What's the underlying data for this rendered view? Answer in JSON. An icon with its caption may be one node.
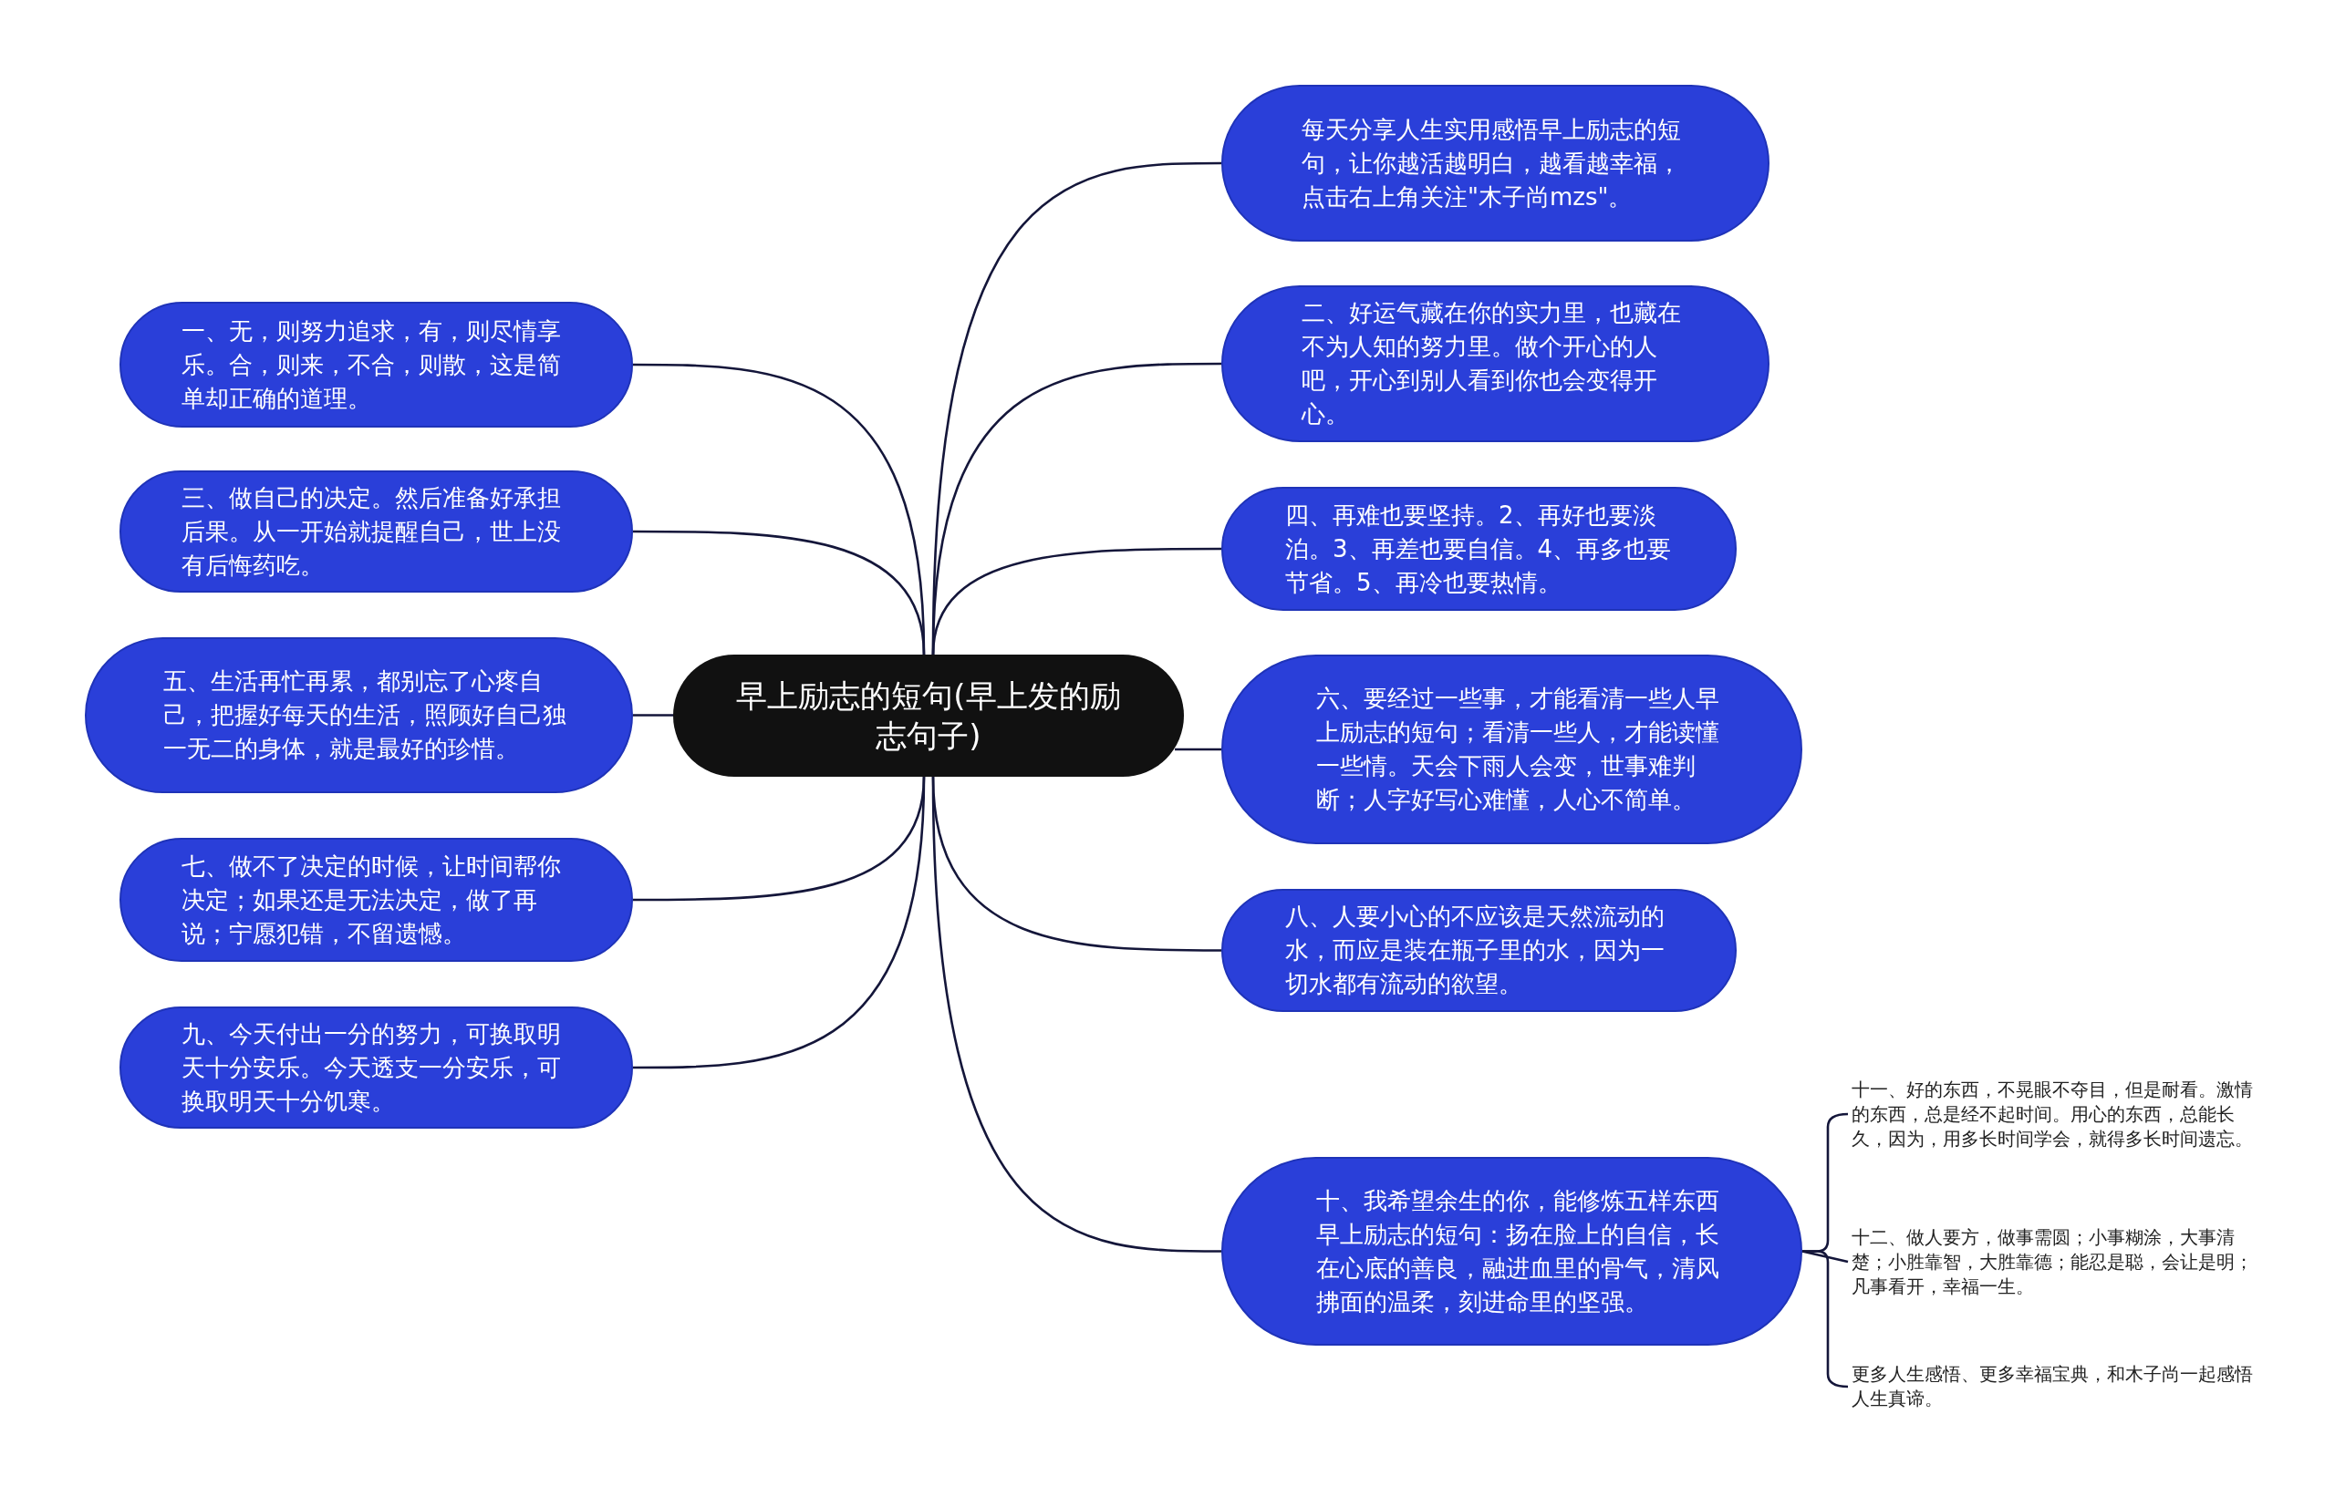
{
  "diagram": {
    "nodes": [
      {
        "text": [
          "早上励志的短句(早上发的励志句子)"
        ]
      },
      {
        "text": [
          "每天分享人生实用感悟早上励志的短句，让你越活越明白，越看越幸福，点击右上角关注\"木子尚mzs\"。"
        ]
      },
      {
        "text": [
          "一、无，则努力追求，有，则尽情享乐。合，则来，不合，则散，这是简单却正确的道理。"
        ]
      },
      {
        "text": [
          "二、好运气藏在你的实力里，也藏在不为人知的努力里。做个开心的人吧，开心到别人看到你也会变得开心。"
        ]
      },
      {
        "text": [
          "三、做自己的决定。然后准备好承担后果。从一开始就提醒自己，世上没有后悔药吃。"
        ]
      },
      {
        "text": [
          "四、再难也要坚持。2、再好也要淡泊。3、再差也要自信。4、再多也要节省。5、再冷也要热情。"
        ]
      },
      {
        "text": [
          "五、生活再忙再累，都别忘了心疼自己，把握好每天的生活，照顾好自己独一无二的身体，就是最好的珍惜。"
        ]
      },
      {
        "text": [
          "六、要经过一些事，才能看清一些人早上励志的短句；看清一些人，才能读懂一些情。天会下雨人会变，世事难判断；人字好写心难懂，人心不简单。"
        ]
      },
      {
        "text": [
          "七、做不了决定的时候，让时间帮你决定；如果还是无法决定，做了再说；宁愿犯错，不留遗憾。"
        ]
      },
      {
        "text": [
          "八、人要小心的不应该是天然流动的水，而应是装在瓶子里的水，因为一切水都有流动的欲望。"
        ]
      },
      {
        "text": [
          "九、今天付出一分的努力，可换取明天十分安乐。今天透支一分安乐，可换取明天十分饥寒。"
        ]
      },
      {
        "text": [
          "十、我希望余生的你，能修炼五样东西早上励志的短句：扬在脸上的自信，长在心底的善良，融进血里的骨气，清风拂面的温柔，刻进命里的坚强。"
        ]
      },
      {
        "text": [
          "十一、好的东西，不晃眼不夺目，但是耐看。激情的东西，总是经不起时间。用心的东西，总能长久，因为，用多长时间学会，就得多长时间遗忘。"
        ]
      },
      {
        "text": [
          "十二、做人要方，做事需圆；小事糊涂，大事清楚；小胜靠智，大胜靠德；能忍是聪，会让是明；凡事看开，幸福一生。"
        ]
      },
      {
        "text": [
          "更多人生感悟、更多幸福宝典，和木子尚一起感悟人生真谛。"
        ]
      }
    ],
    "edges": [
      {
        "from": 0,
        "to": 1,
        "arrow": "none"
      },
      {
        "from": 0,
        "to": 2,
        "arrow": "none"
      },
      {
        "from": 0,
        "to": 3,
        "arrow": "none"
      },
      {
        "from": 0,
        "to": 4,
        "arrow": "none"
      },
      {
        "from": 0,
        "to": 5,
        "arrow": "none"
      },
      {
        "from": 0,
        "to": 6,
        "arrow": "none"
      },
      {
        "from": 0,
        "to": 7,
        "arrow": "none"
      },
      {
        "from": 0,
        "to": 8,
        "arrow": "none"
      },
      {
        "from": 0,
        "to": 9,
        "arrow": "none"
      },
      {
        "from": 0,
        "to": 10,
        "arrow": "none"
      },
      {
        "from": 0,
        "to": 11,
        "arrow": "none"
      },
      {
        "from": 11,
        "to": 12,
        "arrow": "none"
      },
      {
        "from": 11,
        "to": 13,
        "arrow": "none"
      },
      {
        "from": 11,
        "to": 14,
        "arrow": "none"
      }
    ]
  }
}
